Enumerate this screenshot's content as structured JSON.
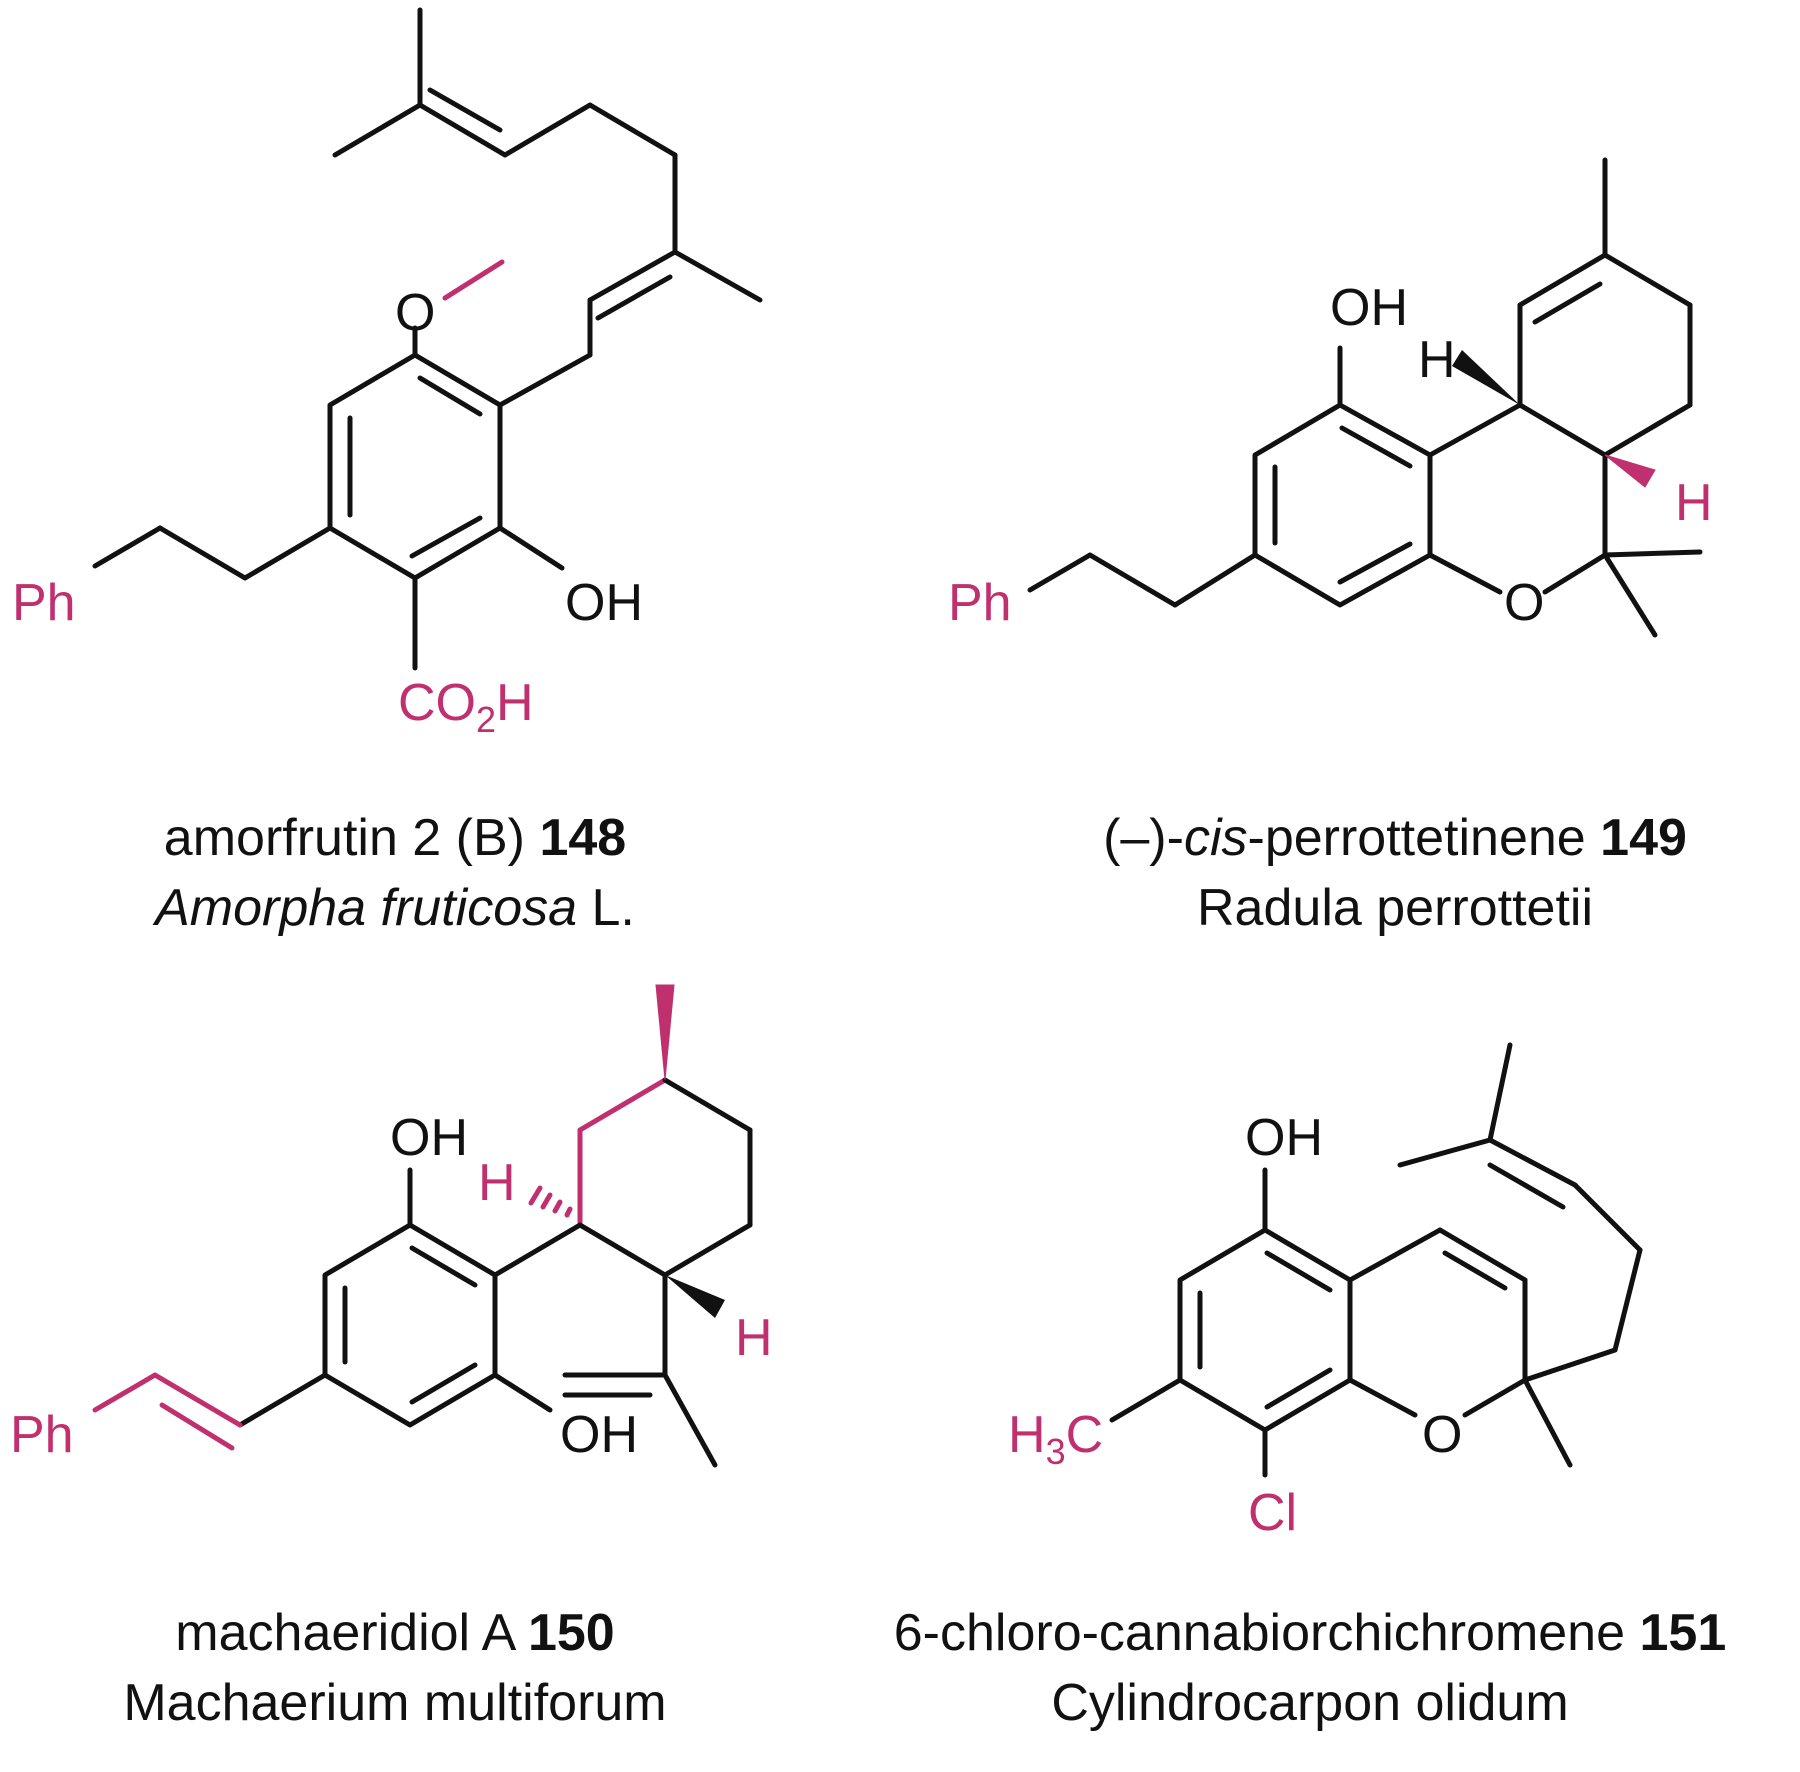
{
  "colors": {
    "ink": "#111111",
    "highlight": "#c0306f"
  },
  "compounds": [
    {
      "name": "amorfrutin 2 (B)",
      "number": "148",
      "source_species": "Amorpha fruticosa",
      "source_suffix": "L.",
      "labels": {
        "o_methoxy": "O",
        "ph": "Ph",
        "oh": "OH",
        "co": "CO",
        "sub2": "2",
        "h": "H"
      }
    },
    {
      "name_prefix": "(–)-",
      "name_italic": "cis",
      "name_rest": "-perrottetinene",
      "number": "149",
      "source_species": "Radula perrottetii",
      "labels": {
        "oh": "OH",
        "h_top": "H",
        "h_pink": "H",
        "ph": "Ph",
        "o_ring": "O"
      }
    },
    {
      "name": "machaeridiol A",
      "number": "150",
      "source_species": "Machaerium multiforum",
      "labels": {
        "oh_top": "OH",
        "h_hash": "H",
        "h_wedge": "H",
        "ph": "Ph",
        "oh_bottom": "OH"
      }
    },
    {
      "name": "6-chloro-cannabiorchichromene",
      "number": "151",
      "source_species": "Cylindrocarpon olidum",
      "labels": {
        "oh": "OH",
        "h3": "H",
        "sub3": "3",
        "c": "C",
        "o_ring": "O",
        "cl": "Cl"
      }
    }
  ]
}
